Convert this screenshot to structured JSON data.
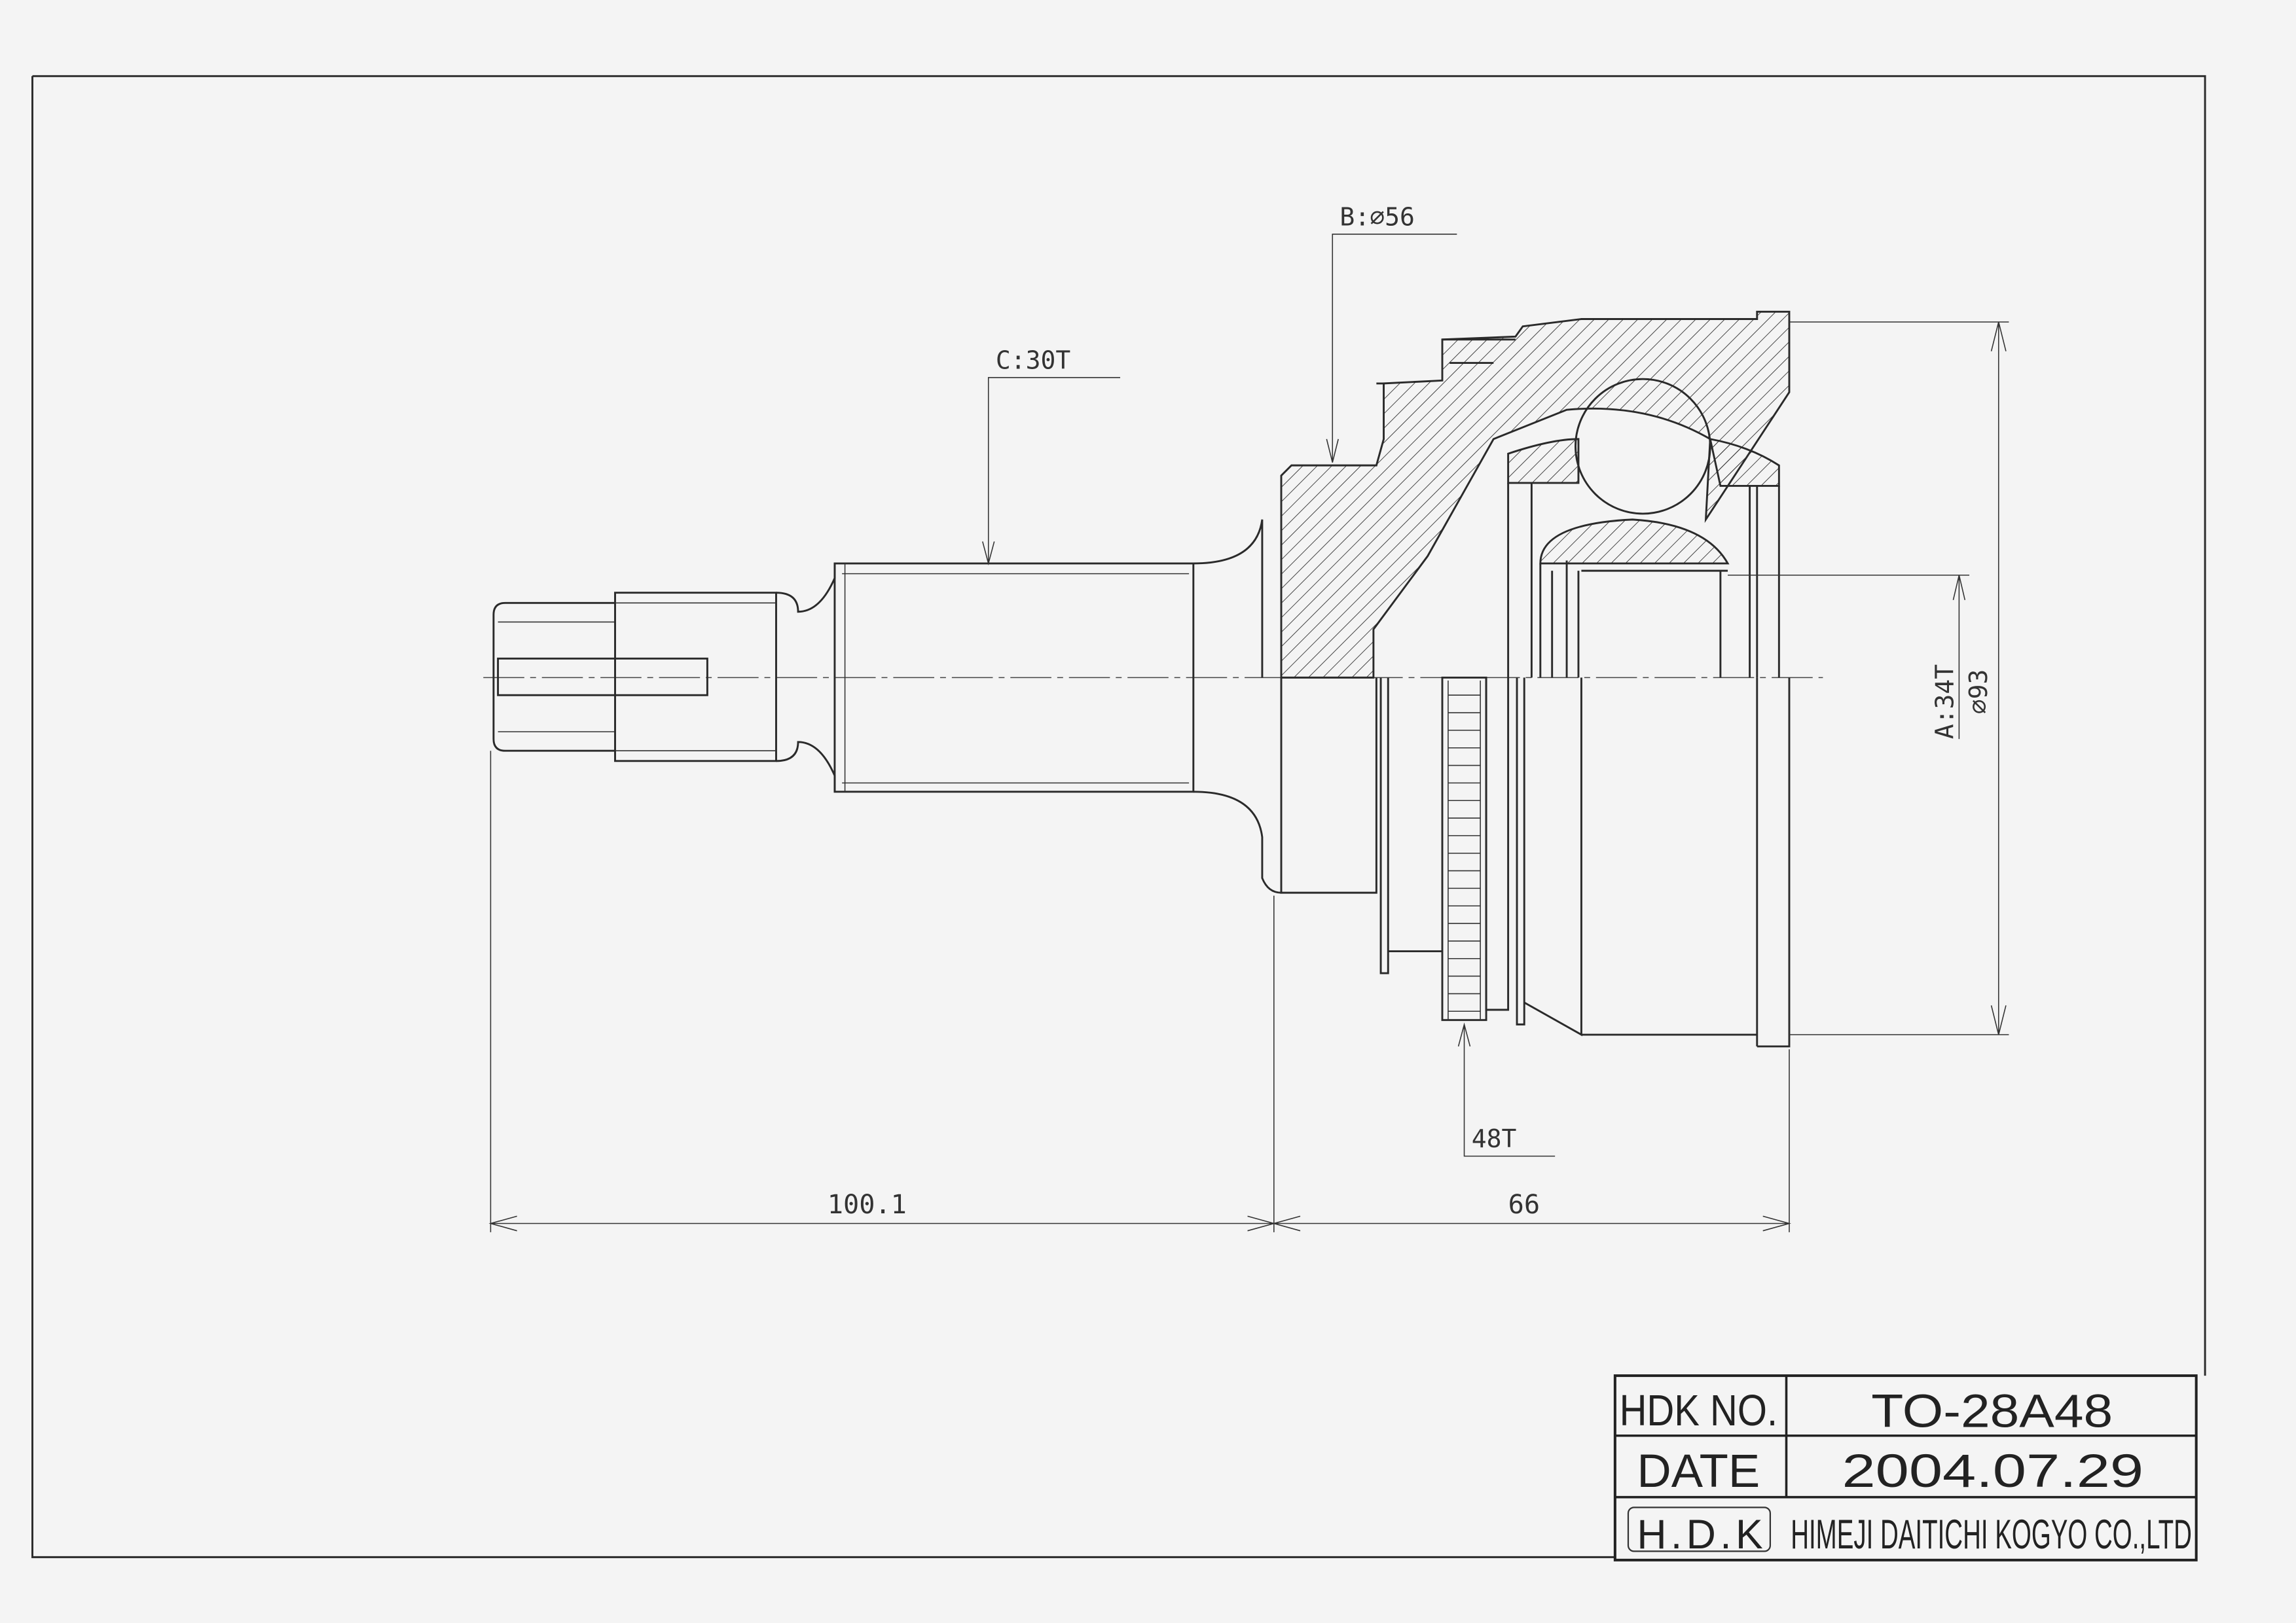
{
  "drawing": {
    "labels": {
      "spline_c": "C:30T",
      "diameter_b": "B:⌀56",
      "spline_a": "A:34T",
      "diameter_outer": "⌀93",
      "abs_teeth": "48T",
      "length_shaft": "100.1",
      "length_housing": "66"
    }
  },
  "title_block": {
    "part_no_label": "HDK NO.",
    "part_no": "TO-28A48",
    "date_label": "DATE",
    "date": "2004.07.29",
    "logo": "H.D.K",
    "company": "HIMEJI DAITICHI KOGYO CO.,LTD"
  }
}
